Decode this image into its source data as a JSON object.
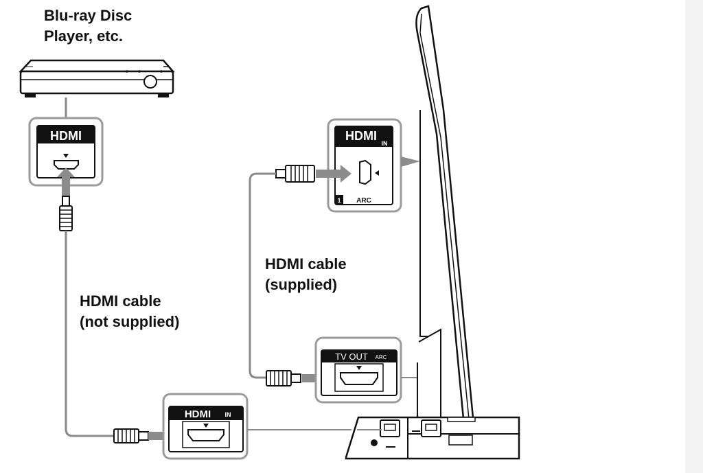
{
  "labels": {
    "source_device_line1": "Blu-ray Disc",
    "source_device_line2": "Player, etc.",
    "cable_not_supplied_line1": "HDMI cable",
    "cable_not_supplied_line2": "(not supplied)",
    "cable_supplied_line1": "HDMI cable",
    "cable_supplied_line2": "(supplied)"
  },
  "ports": {
    "player_port_label": "HDMI",
    "tv_port_label": "HDMI",
    "tv_port_in": "IN",
    "tv_port_number": "1",
    "tv_port_arc": "ARC",
    "bar_out_label": "TV OUT",
    "bar_out_arc": "ARC",
    "bar_in_label": "HDMI",
    "bar_in_in": "IN"
  },
  "colors": {
    "outline": "#111111",
    "cable": "#8a8a8a",
    "arrow": "#8c8c8c",
    "callout_border": "#9a9a9a"
  }
}
